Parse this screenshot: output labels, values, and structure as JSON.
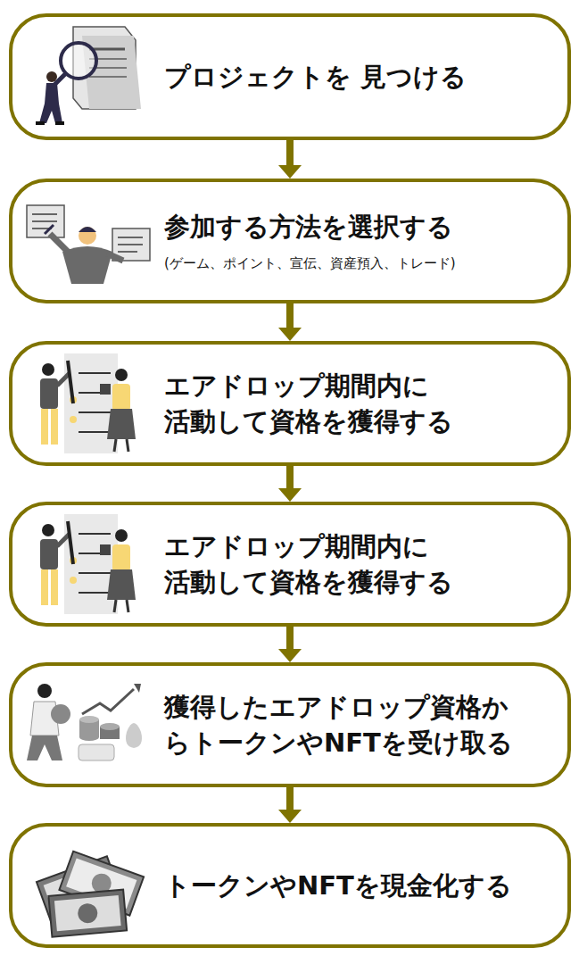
{
  "diagram": {
    "nodes": [
      {
        "text": [
          "プロジェクトを 見つける"
        ]
      },
      {
        "text": [
          "参加する方法を選択する",
          "(ゲーム、ポイント、宣伝、資産預入、トレード)"
        ]
      },
      {
        "text": [
          "エアドロップ期間内に 活動して資格を獲得する"
        ]
      },
      {
        "text": [
          "エアドロップ期間内に 活動して資格を獲得する"
        ]
      },
      {
        "text": [
          "獲得したエアドロップ資格か らトークンやNFTを受け取る"
        ]
      },
      {
        "text": [
          "トークンやNFTを現金化する"
        ]
      }
    ],
    "edges": [
      {
        "from": 0,
        "to": 1,
        "arrow": "to"
      },
      {
        "from": 1,
        "to": 2,
        "arrow": "to"
      },
      {
        "from": 2,
        "to": 3,
        "arrow": "to"
      },
      {
        "from": 3,
        "to": 4,
        "arrow": "to"
      },
      {
        "from": 4,
        "to": 5,
        "arrow": "to"
      }
    ]
  }
}
